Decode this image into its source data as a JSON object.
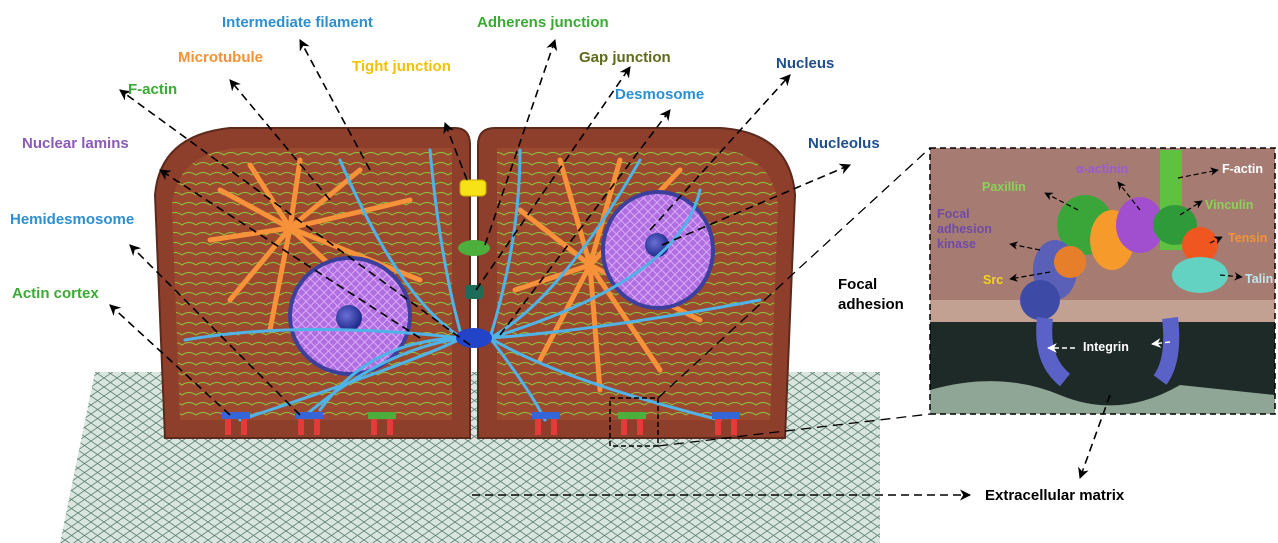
{
  "colors": {
    "green_label": "#3aaa35",
    "blue_label": "#2e8fcf",
    "orange_label": "#f39237",
    "yellow_label": "#f2c200",
    "olive_label": "#5e6b1c",
    "navy_label": "#1f4e8c",
    "purple_label": "#8a5ab5",
    "cell_brown": "#8d3f2c",
    "actin_green": "#8bc540",
    "filament_blue": "#4fb3e8",
    "microtubule_orange": "#f7913a",
    "nucleus_purple": "#a45ed6"
  },
  "cell_labels": {
    "intermediate_filament": "Intermediate filament",
    "adherens_junction": "Adherens junction",
    "microtubule": "Microtubule",
    "tight_junction": "Tight junction",
    "gap_junction": "Gap junction",
    "f_actin": "F-actin",
    "nucleus": "Nucleus",
    "desmosome": "Desmosome",
    "nuclear_lamins": "Nuclear lamins",
    "nucleolus": "Nucleolus",
    "hemidesmosome": "Hemidesmosome",
    "actin_cortex": "Actin cortex",
    "focal_adhesion": "Focal adhesion",
    "extracellular_matrix": "Extracellular matrix"
  },
  "zoom_labels": {
    "alpha_actinin": "α-actinin",
    "f_actin": "F-actin",
    "paxillin": "Paxillin",
    "vinculin": "Vinculin",
    "focal_adhesion_kinase": [
      "Focal",
      "adhesion",
      "kinase"
    ],
    "tensin": "Tensin",
    "src": "Src",
    "talin": "Talin",
    "integrin": "Integrin"
  }
}
